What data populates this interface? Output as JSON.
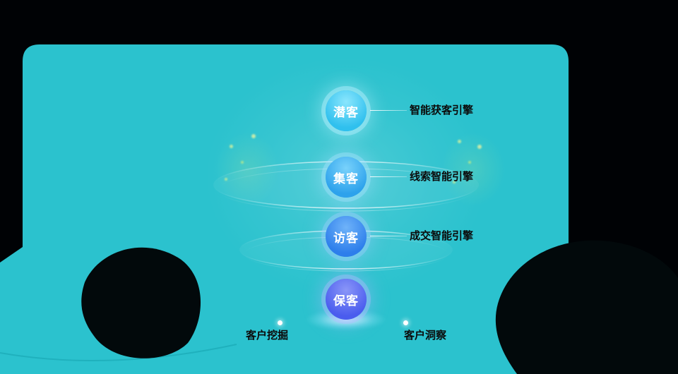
{
  "theme": {
    "background": "#000205",
    "panel": "#2bc2ce",
    "arc_color": "#ffffff",
    "text_color": "#0b0b0b",
    "circle_text_color": "#ffffff"
  },
  "funnel": {
    "stages": [
      {
        "label": "潜客",
        "engine": "智能获客引擎",
        "color": "#2fc0ee",
        "color_light": "#8ae6fd",
        "halo": "rgba(182,240,255,0.45)"
      },
      {
        "label": "集客",
        "engine": "线索智能引擎",
        "color": "#2da2ec",
        "color_light": "#79d2fb",
        "halo": "rgba(168,226,255,0.40)"
      },
      {
        "label": "访客",
        "engine": "成交智能引擎",
        "color": "#2d7eeb",
        "color_light": "#6fb3f9",
        "halo": "rgba(160,205,255,0.38)"
      },
      {
        "label": "保客",
        "color": "#4a5cee",
        "color_light": "#8a96f8",
        "halo": "rgba(175,185,255,0.40)"
      }
    ]
  },
  "footer": {
    "items": [
      {
        "label": "客户挖掘"
      },
      {
        "label": "客户洞察"
      }
    ]
  },
  "icons": {
    "bullet_dot": "white-glow-dot",
    "sparkle": "green-glow-dot",
    "funnel_ring": "white-ellipse-arc"
  }
}
